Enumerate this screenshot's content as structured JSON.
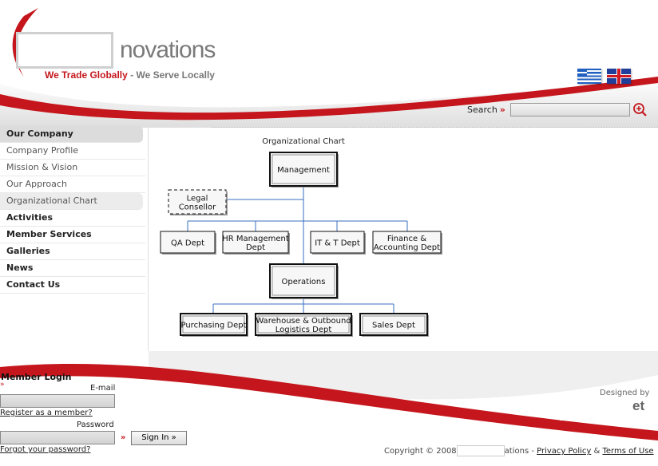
{
  "header": {
    "logo_suffix": "novations",
    "tagline_red": "We Trade Globally",
    "tagline_rest": " - We Serve Locally",
    "languages": [
      {
        "name": "greek-flag"
      },
      {
        "name": "uk-flag"
      }
    ]
  },
  "search": {
    "label": "Search",
    "arrows": "»",
    "placeholder": ""
  },
  "sidebar": {
    "items": [
      {
        "label": "Our Company",
        "kind": "header"
      },
      {
        "label": "Company Profile",
        "kind": "sub"
      },
      {
        "label": "Mission & Vision",
        "kind": "sub"
      },
      {
        "label": "Our Approach",
        "kind": "sub"
      },
      {
        "label": "Organizational Chart",
        "kind": "active"
      },
      {
        "label": "Activities",
        "kind": "section"
      },
      {
        "label": "Member Services",
        "kind": "section"
      },
      {
        "label": "Galleries",
        "kind": "section"
      },
      {
        "label": "News",
        "kind": "section"
      },
      {
        "label": "Contact Us",
        "kind": "section"
      }
    ]
  },
  "org_chart": {
    "title": "Organizational Chart",
    "management": "Management",
    "legal": [
      "Legal",
      "Consellor"
    ],
    "departments": [
      [
        "QA Dept"
      ],
      [
        "HR Management",
        "Dept"
      ],
      [
        "IT & T Dept"
      ],
      [
        "Finance &",
        "Accounting Dept"
      ]
    ],
    "operations": "Operations",
    "operations_units": [
      [
        "Purchasing Dept"
      ],
      [
        "Warehouse & Outbound",
        "Logistics Dept"
      ],
      [
        "Sales Dept"
      ]
    ]
  },
  "login": {
    "title": "Member Login",
    "email_label": "E-mail",
    "register_link": "Register as a member?",
    "password_label": "Password",
    "signin_arrows": "»",
    "signin_label": "Sign In »",
    "forgot_link": "Forgot your password?"
  },
  "footer": {
    "designed_by": "Designed by",
    "designer_logo_fragment": "et",
    "copyright_prefix": "Copyright © 2008",
    "copyright_suffix": "ations - ",
    "privacy_link": "Privacy Policy",
    "amp": " & ",
    "terms_link": "Terms of Use"
  },
  "colors": {
    "brand_red": "#c4161c",
    "line_blue": "#3a6fbf",
    "logo_gray": "#7a7a7a"
  }
}
